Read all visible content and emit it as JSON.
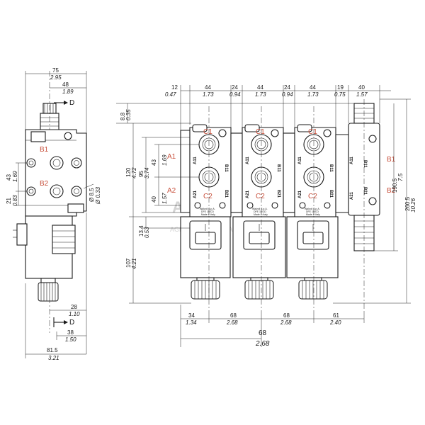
{
  "watermark": {
    "logo": "AGRO",
    "name": "AGROPARTS BALTIA"
  },
  "ports": {
    "left": [
      "B1",
      "B2"
    ],
    "right": [
      "A1",
      "A2",
      "B1",
      "B2"
    ],
    "spool_top": [
      "C1",
      "C1",
      "C1"
    ],
    "spool_bottom": [
      "C2",
      "C2",
      "C2"
    ],
    "body_marks": [
      "A11",
      "B11",
      "A21",
      "B21"
    ]
  },
  "drain_label": "D",
  "plate_text": [
    "Walvoil S.p.A.",
    "DFE 10/CD",
    "Made in Italy"
  ],
  "side_view": {
    "top_dims": [
      {
        "mm": "75",
        "in": "2.95"
      },
      {
        "mm": "48",
        "in": "1.89"
      }
    ],
    "left_dims": [
      {
        "mm": "43",
        "in": "1.69"
      },
      {
        "mm": "21",
        "in": "0.83"
      }
    ],
    "hole_dims": [
      {
        "mm": "Ø 8.5",
        "in": "Ø 0.33"
      }
    ],
    "bottom_dims": [
      {
        "mm": "28",
        "in": "1.10"
      },
      {
        "mm": "38",
        "in": "1.50"
      },
      {
        "mm": "81.5",
        "in": "3.21"
      }
    ]
  },
  "front_view": {
    "top_dims": [
      {
        "mm": "12",
        "in": "0.47"
      },
      {
        "mm": "44",
        "in": "1.73"
      },
      {
        "mm": "24",
        "in": "0.94"
      },
      {
        "mm": "44",
        "in": "1.73"
      },
      {
        "mm": "24",
        "in": "0.94"
      },
      {
        "mm": "44",
        "in": "1.73"
      },
      {
        "mm": "19",
        "in": "0.75"
      },
      {
        "mm": "40",
        "in": "1.57"
      }
    ],
    "left_dims": [
      {
        "mm": "8.8",
        "in": "0.35"
      },
      {
        "mm": "120",
        "in": "4.72"
      },
      {
        "mm": "95",
        "in": "3.74"
      },
      {
        "mm": "43",
        "in": "1.69"
      },
      {
        "mm": "40",
        "in": "1.57"
      },
      {
        "mm": "13.4",
        "in": "0.53"
      },
      {
        "mm": "107",
        "in": "4.21"
      }
    ],
    "right_dims": [
      {
        "mm": "190.5",
        "in": "7.5"
      },
      {
        "mm": "260.5",
        "in": "10.26"
      }
    ],
    "bottom_dims": [
      {
        "mm": "34",
        "in": "1.34"
      },
      {
        "mm": "68",
        "in": "2.68"
      },
      {
        "mm": "68",
        "in": "2.68"
      },
      {
        "mm": "61",
        "in": "2.40"
      }
    ],
    "bottom_total": {
      "mm": "68",
      "in": "2.68"
    }
  },
  "colors": {
    "port_label": "#c8503c",
    "line": "#1a1a1a",
    "watermark": "#b0b0b0"
  }
}
